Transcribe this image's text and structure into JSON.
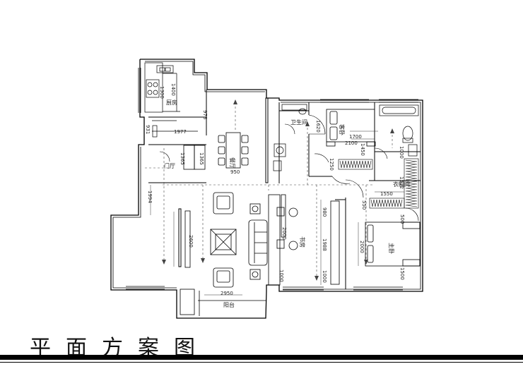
{
  "title": "平面方案图",
  "rooms": {
    "kitchen": "厨房",
    "dining": "餐厅",
    "living_a": "门厅",
    "bedroom_secondary": "客卧",
    "bedroom_master": "主卧",
    "bathroom": "卫生间",
    "study": "书房",
    "balcony": "阳台",
    "cloakroom": "衣帽间"
  },
  "dimensions": {
    "d1400": "1400",
    "d1300": "1300",
    "d1977": "1977",
    "d931": "931",
    "d978": "978",
    "d1365a": "1365",
    "d1365b": "1365",
    "d950": "950",
    "d1994": "1994",
    "d2600": "2600",
    "d2950": "2950",
    "d2000a": "2000",
    "d1000a": "1000",
    "d980": "980",
    "d1988": "1988",
    "d1000b": "1000",
    "d1620": "1620",
    "d2100": "2100",
    "d1450": "1450",
    "d1700": "1700",
    "d1250": "1250",
    "d1000c": "1000",
    "d1550": "1550",
    "d1512": "1512",
    "d550": "550",
    "d500": "500",
    "d2000b": "2000",
    "d1500": "1500"
  },
  "colors": {
    "wall": "#000000",
    "line": "#333333",
    "dashed": "#444444",
    "rule": "#000000"
  }
}
